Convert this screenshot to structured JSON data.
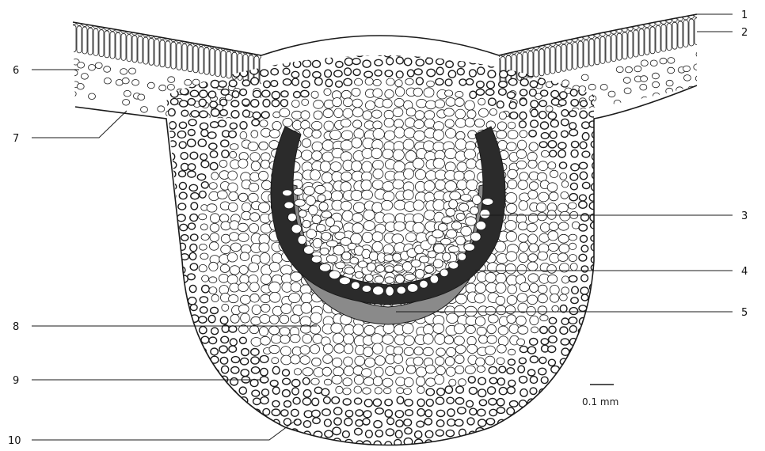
{
  "figure": {
    "labels": [
      {
        "id": "1",
        "text": "1"
      },
      {
        "id": "2",
        "text": "2"
      },
      {
        "id": "3",
        "text": "3"
      },
      {
        "id": "4",
        "text": "4"
      },
      {
        "id": "5",
        "text": "5"
      },
      {
        "id": "6",
        "text": "6"
      },
      {
        "id": "7",
        "text": "7"
      },
      {
        "id": "8",
        "text": "8"
      },
      {
        "id": "9",
        "text": "9"
      },
      {
        "id": "10",
        "text": "10"
      }
    ],
    "scale_bar": {
      "text": "0.1 mm"
    },
    "colors": {
      "ink": "#1a1a1a",
      "cell_fill": "#ffffff",
      "phloem_fill": "#8a8a8a",
      "xylem_fill": "#222222",
      "background": "#ffffff"
    }
  }
}
